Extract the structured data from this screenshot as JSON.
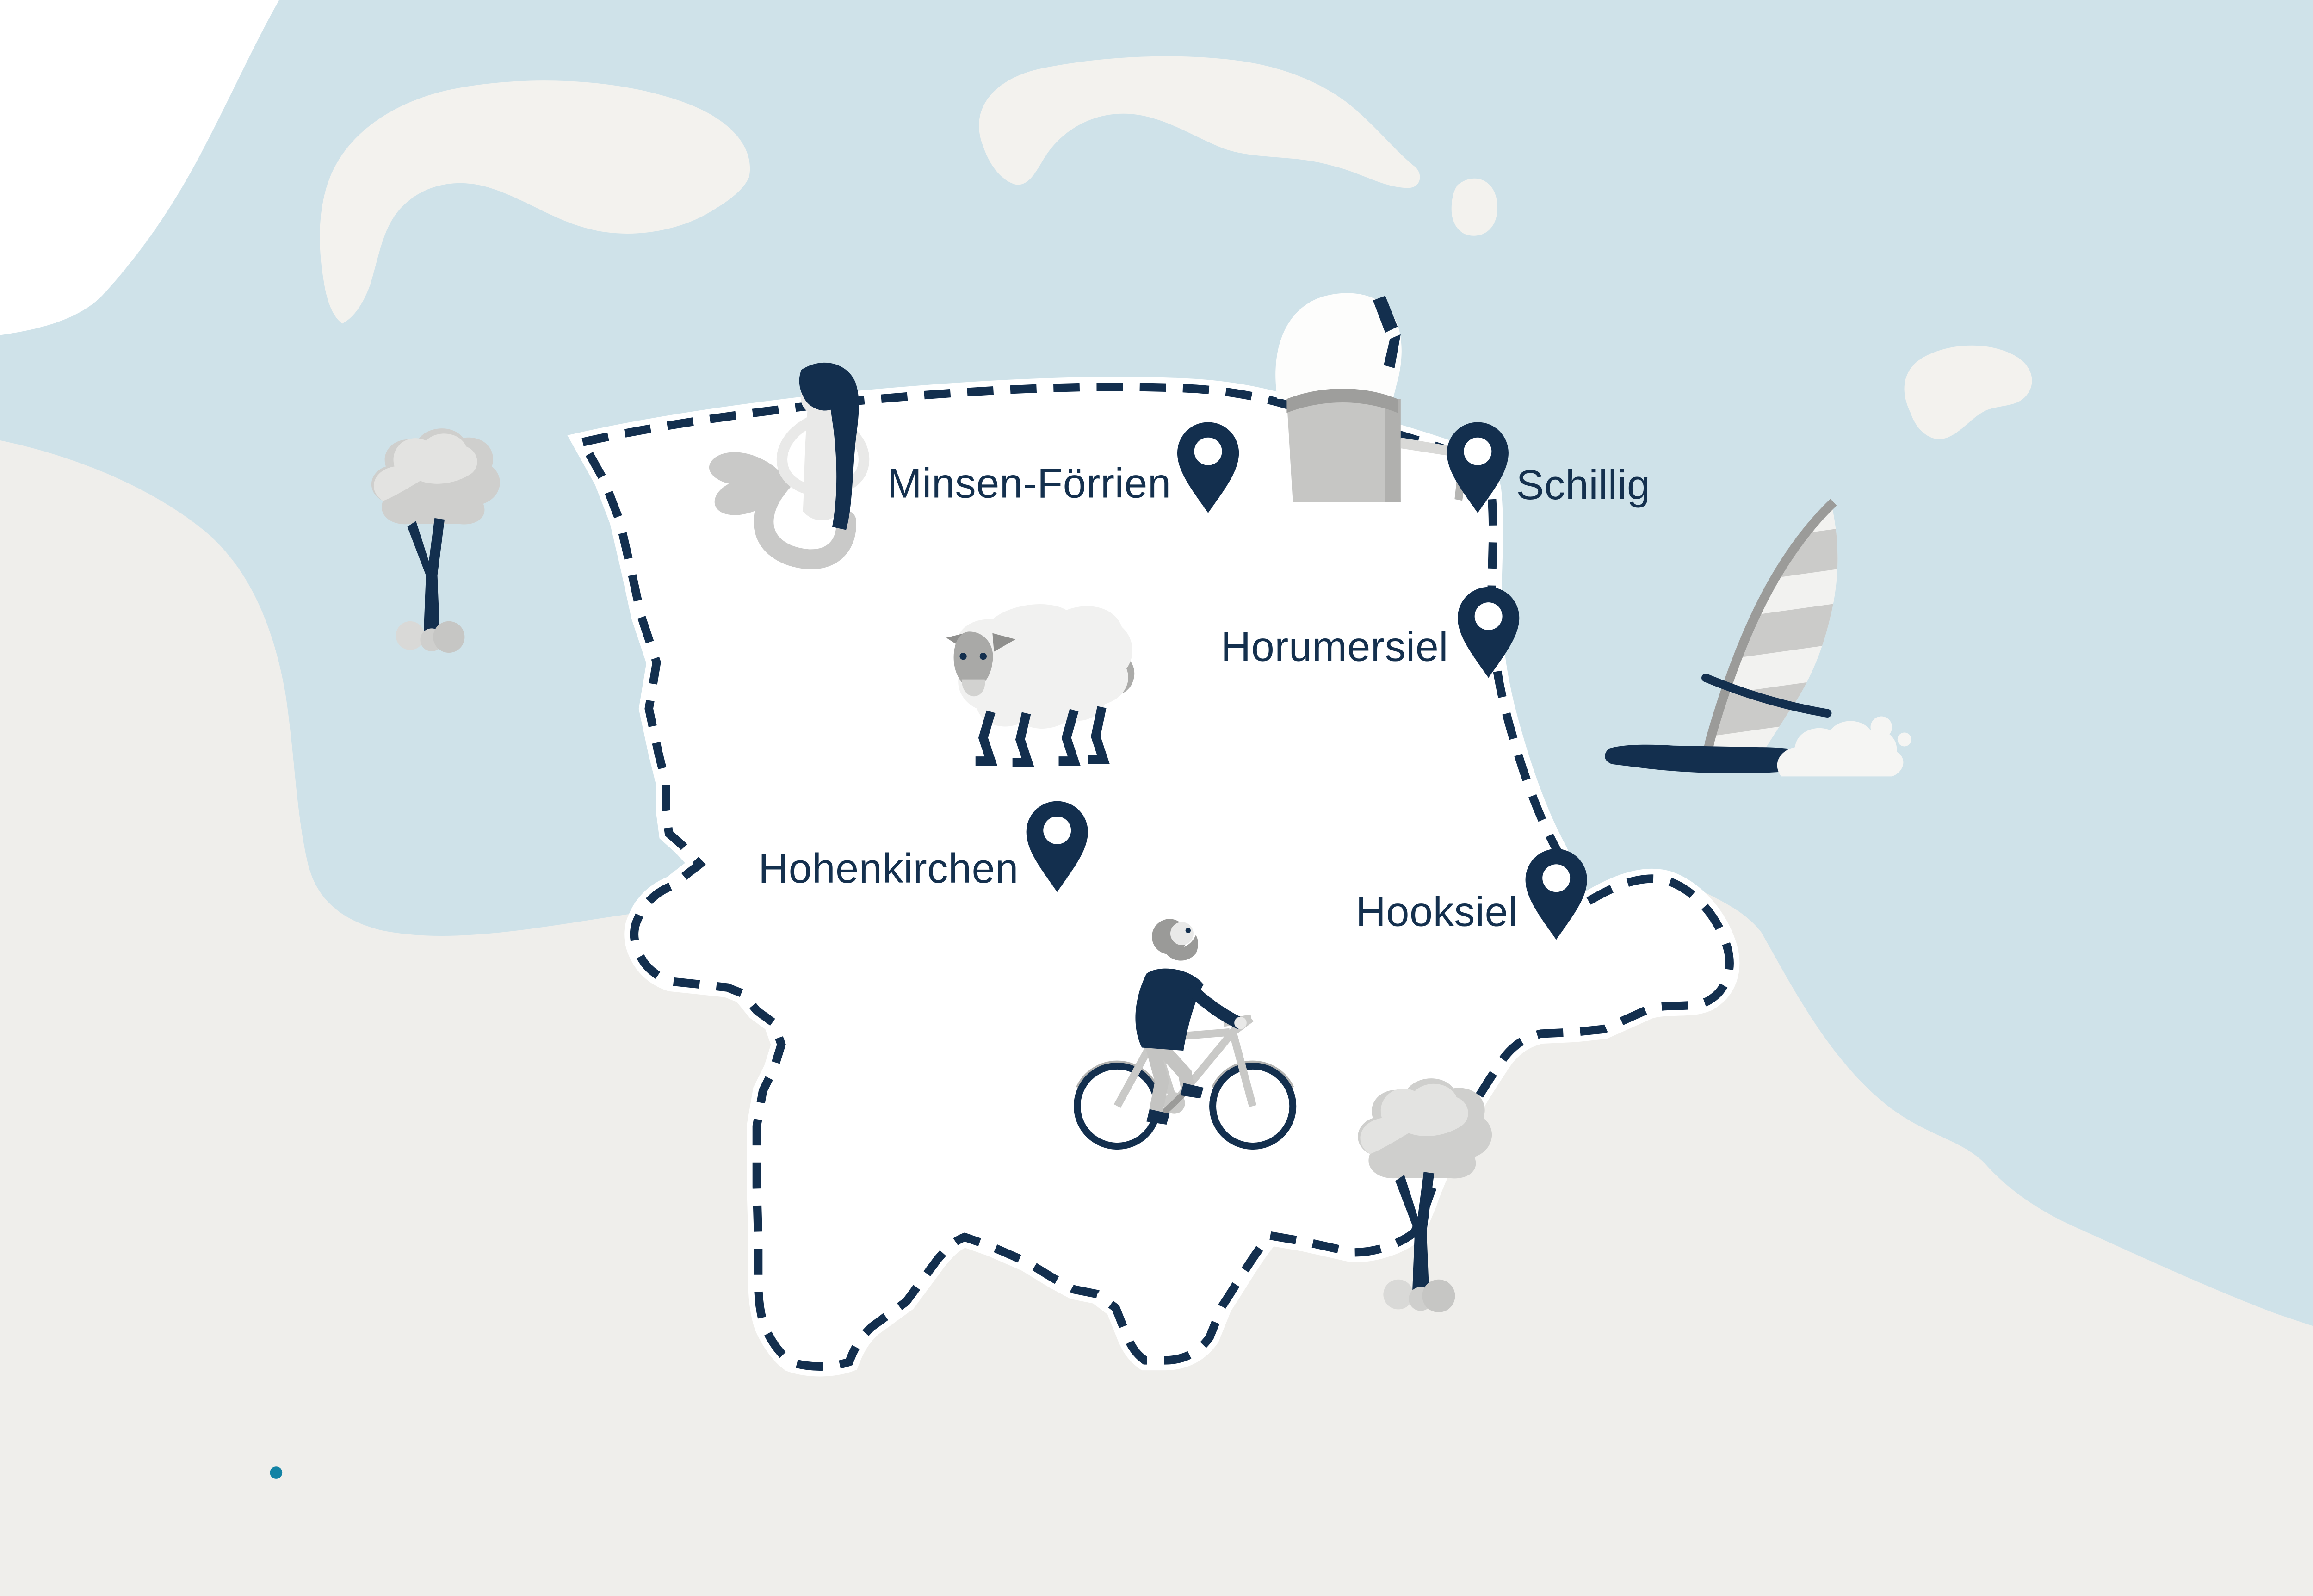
{
  "places": [
    {
      "label": "Minsen-Förrien"
    },
    {
      "label": "Schillig"
    },
    {
      "label": "Horumersiel"
    },
    {
      "label": "Hohenkirchen"
    },
    {
      "label": "Hooksiel"
    }
  ],
  "illustrations": [
    "mermaid",
    "beach-chair",
    "sheep",
    "cyclist",
    "tree",
    "windsurf-board"
  ],
  "colors": {
    "sea": "#cfe2e9",
    "land": "#efeeeb",
    "island": "#f3f2ee",
    "region_fill": "#ffffff",
    "navy": "#132f4e",
    "teal_dot": "#1383a5"
  }
}
